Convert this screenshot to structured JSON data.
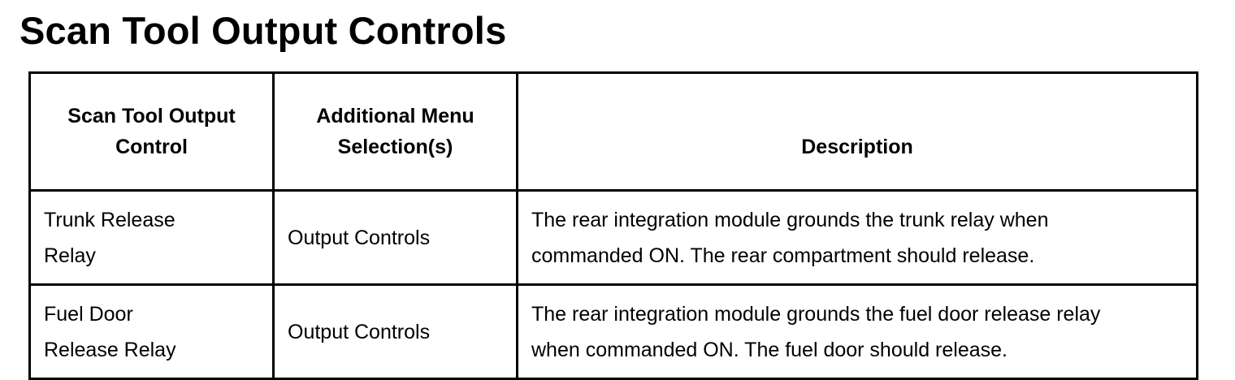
{
  "page": {
    "title": "Scan Tool Output Controls"
  },
  "table": {
    "headers": [
      "Scan Tool Output Control",
      "Additional Menu Selection(s)",
      "Description"
    ],
    "rows": [
      {
        "control": "Trunk Release Relay",
        "menu": "Output Controls",
        "description": "The rear integration module grounds the trunk relay when commanded ON. The rear compartment should release."
      },
      {
        "control": "Fuel Door Release Relay",
        "menu": "Output Controls",
        "description": "The rear integration module grounds the fuel door release relay when commanded ON. The fuel door should release."
      }
    ]
  }
}
